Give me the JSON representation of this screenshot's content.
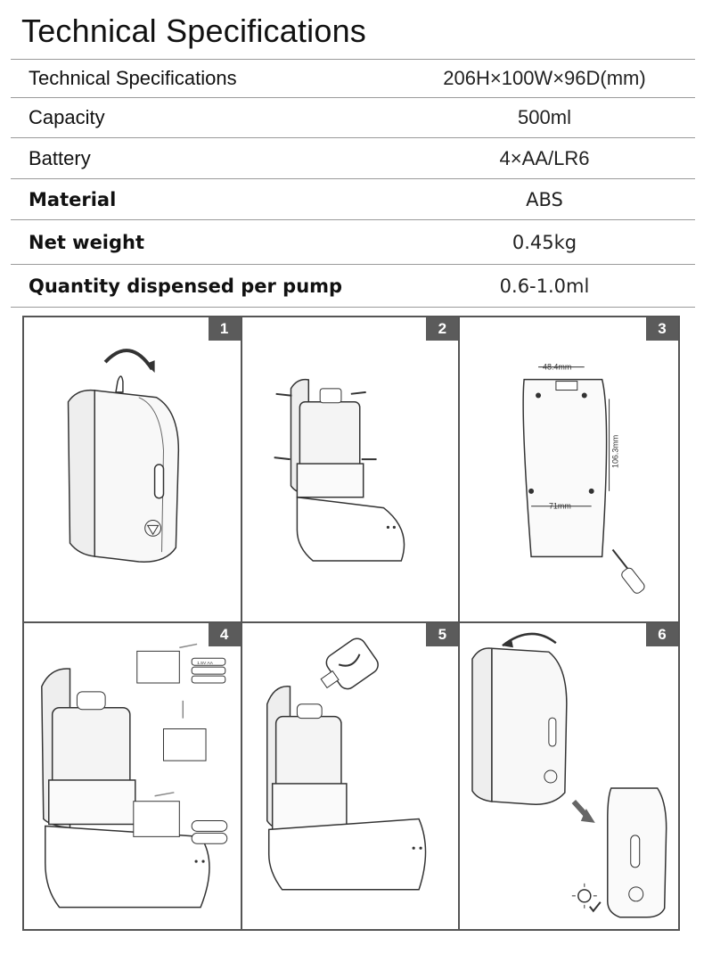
{
  "page_title": "Technical Specifications",
  "specs": [
    {
      "label": "Technical Specifications",
      "value": "206H×100W×96D(mm)"
    },
    {
      "label": "Capacity",
      "value": "500ml"
    },
    {
      "label": "Battery",
      "value": "4×AA/LR6"
    },
    {
      "label": "Material",
      "value": "ABS"
    },
    {
      "label": "Net weight",
      "value": "0.45kg"
    },
    {
      "label": "Quantity dispensed per pump",
      "value": "0.6-1.0ml"
    }
  ],
  "steps": [
    "1",
    "2",
    "3",
    "4",
    "5",
    "6"
  ],
  "dimensions": {
    "top_width": "48.4mm",
    "height": "106.3mm",
    "bottom_width": "71mm"
  },
  "battery_label": "1.5V AA"
}
